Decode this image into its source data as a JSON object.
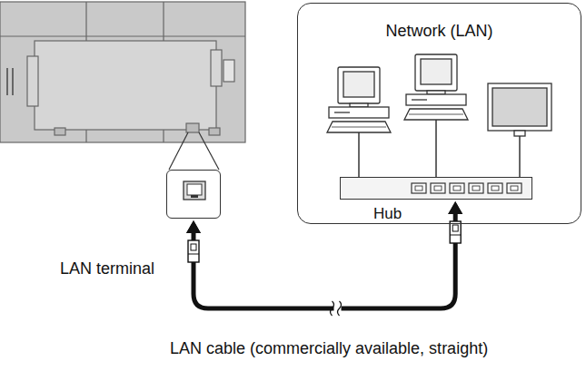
{
  "diagram": {
    "nodes": [
      {
        "text": [
          "Network (LAN)"
        ]
      },
      {
        "text": [
          "Hub"
        ],
        "in": 0
      },
      {
        "text": [
          "LAN terminal"
        ]
      }
    ],
    "edges": [
      {
        "from": 2,
        "to": 1,
        "arrow": "both",
        "label": "LAN cable (commercially available, straight)"
      }
    ]
  }
}
